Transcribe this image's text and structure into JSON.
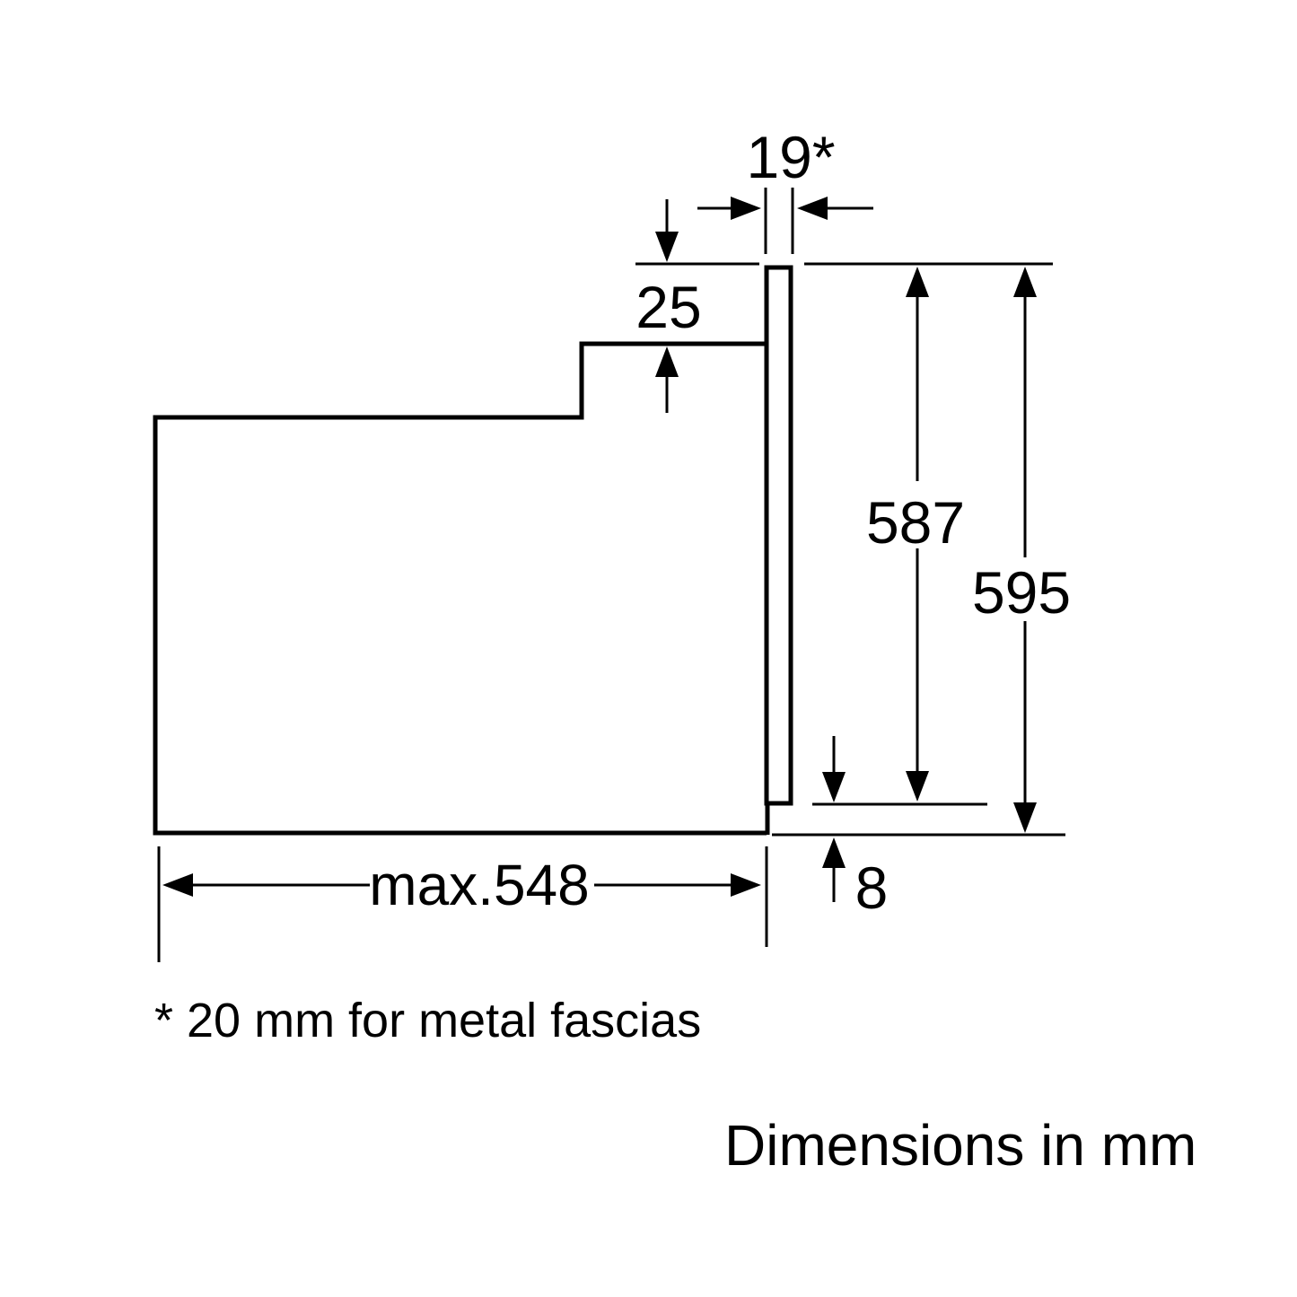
{
  "diagram": {
    "labels": {
      "fascia_thickness": "19*",
      "top_recess_height": "25",
      "niche_height": "587",
      "total_height": "595",
      "appliance_depth": "max.548",
      "bottom_gap": "8"
    },
    "footnote": "* 20 mm for metal fascias",
    "units_note": "Dimensions in mm",
    "colors": {
      "line": "#000000",
      "background": "#ffffff"
    }
  }
}
